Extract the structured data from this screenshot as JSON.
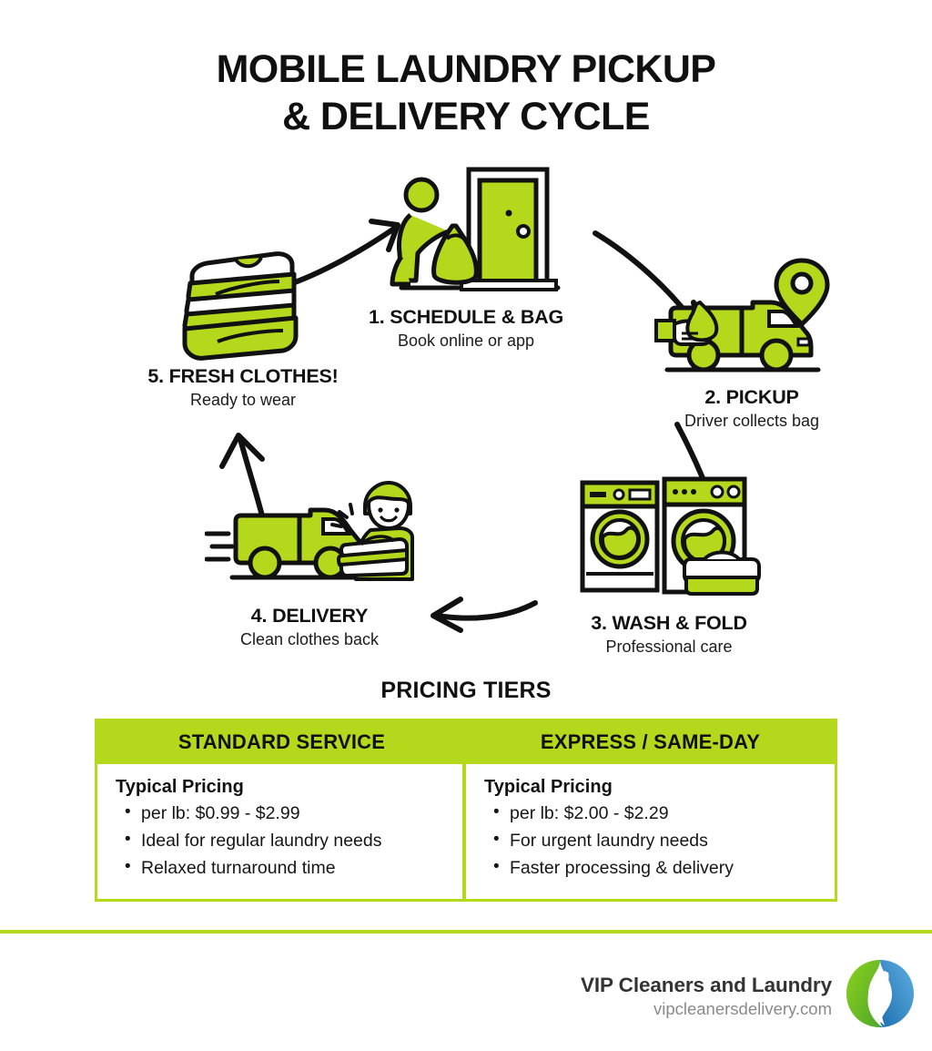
{
  "title": {
    "line1": "MOBILE LAUNDRY PICKUP",
    "line2": "& DELIVERY CYCLE"
  },
  "cycle": {
    "steps": [
      {
        "id": "schedule-bag",
        "title": "1. SCHEDULE & BAG",
        "subtitle": "Book online or app",
        "icon": "person-bag-door-icon"
      },
      {
        "id": "pickup",
        "title": "2. PICKUP",
        "subtitle": "Driver collects bag",
        "icon": "van-hand-bag-icon"
      },
      {
        "id": "wash-fold",
        "title": "3. WASH & FOLD",
        "subtitle": "Professional care",
        "icon": "washing-machines-icon"
      },
      {
        "id": "delivery",
        "title": "4. DELIVERY",
        "subtitle": "Clean clothes back",
        "icon": "van-courier-icon"
      },
      {
        "id": "fresh-clothes",
        "title": "5. FRESH CLOTHES!",
        "subtitle": "Ready to wear",
        "icon": "folded-clothes-stack-icon"
      }
    ]
  },
  "pricing": {
    "heading": "PRICING TIERS",
    "columns": [
      {
        "header": "STANDARD SERVICE",
        "cell_heading": "Typical Pricing",
        "bullets": [
          "per lb: $0.99 - $2.99",
          "Ideal for regular laundry needs",
          "Relaxed turnaround time"
        ]
      },
      {
        "header": "EXPRESS / SAME-DAY",
        "cell_heading": "Typical Pricing",
        "bullets": [
          "per lb: $2.00 - $2.29",
          "For urgent laundry needs",
          "Faster processing & delivery"
        ]
      }
    ]
  },
  "footer": {
    "brand": "VIP Cleaners and Laundry",
    "website": "vipcleanersdelivery.com",
    "logo": "leaf-drop-circle-logo"
  },
  "colors": {
    "accent_green": "#b4d81b",
    "ink": "#111111",
    "logo_green": "#7ac020",
    "logo_blue": "#2a7fc1"
  }
}
